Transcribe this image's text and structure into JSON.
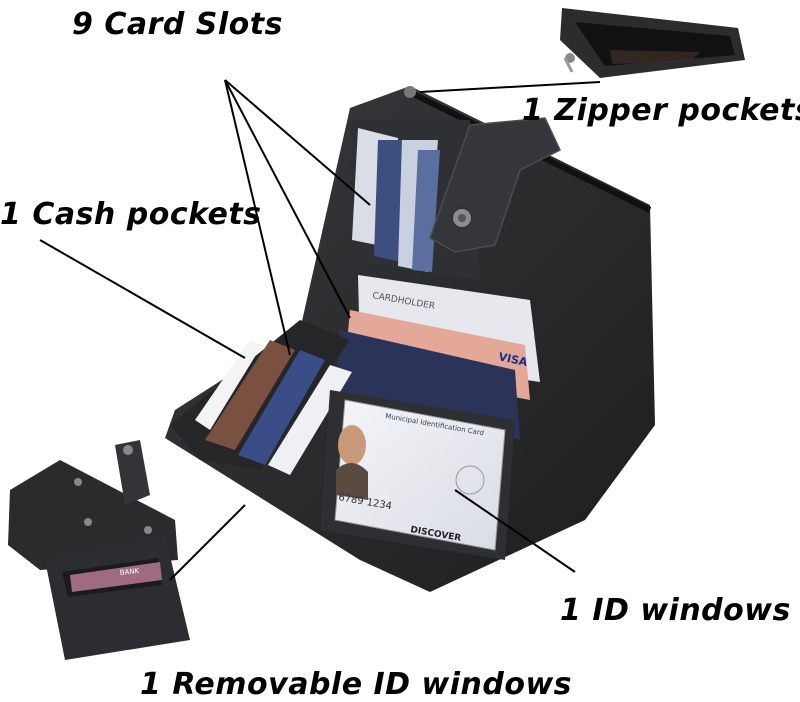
{
  "labels": {
    "card_slots": "9 Card Slots",
    "zipper": "1 Zipper pockets",
    "cash": "1 Cash pockets",
    "id_window": "1 ID windows",
    "removable_id": "1 Removable ID windows"
  },
  "card_texts": {
    "cardholder": "CARDHOLDER",
    "visa": "VISA",
    "id_card_title": "Municipal Identification Card",
    "id_number": "6789 1234",
    "discover": "DISCOVER",
    "bank": "BANK"
  },
  "colors": {
    "leather": "#2a2b2d",
    "leather_dark": "#1a1b1d",
    "leather_edge": "#4a4c50",
    "card_blue": "#3a4a7a",
    "card_pink": "#e2a090",
    "card_white": "#eef0f4"
  }
}
